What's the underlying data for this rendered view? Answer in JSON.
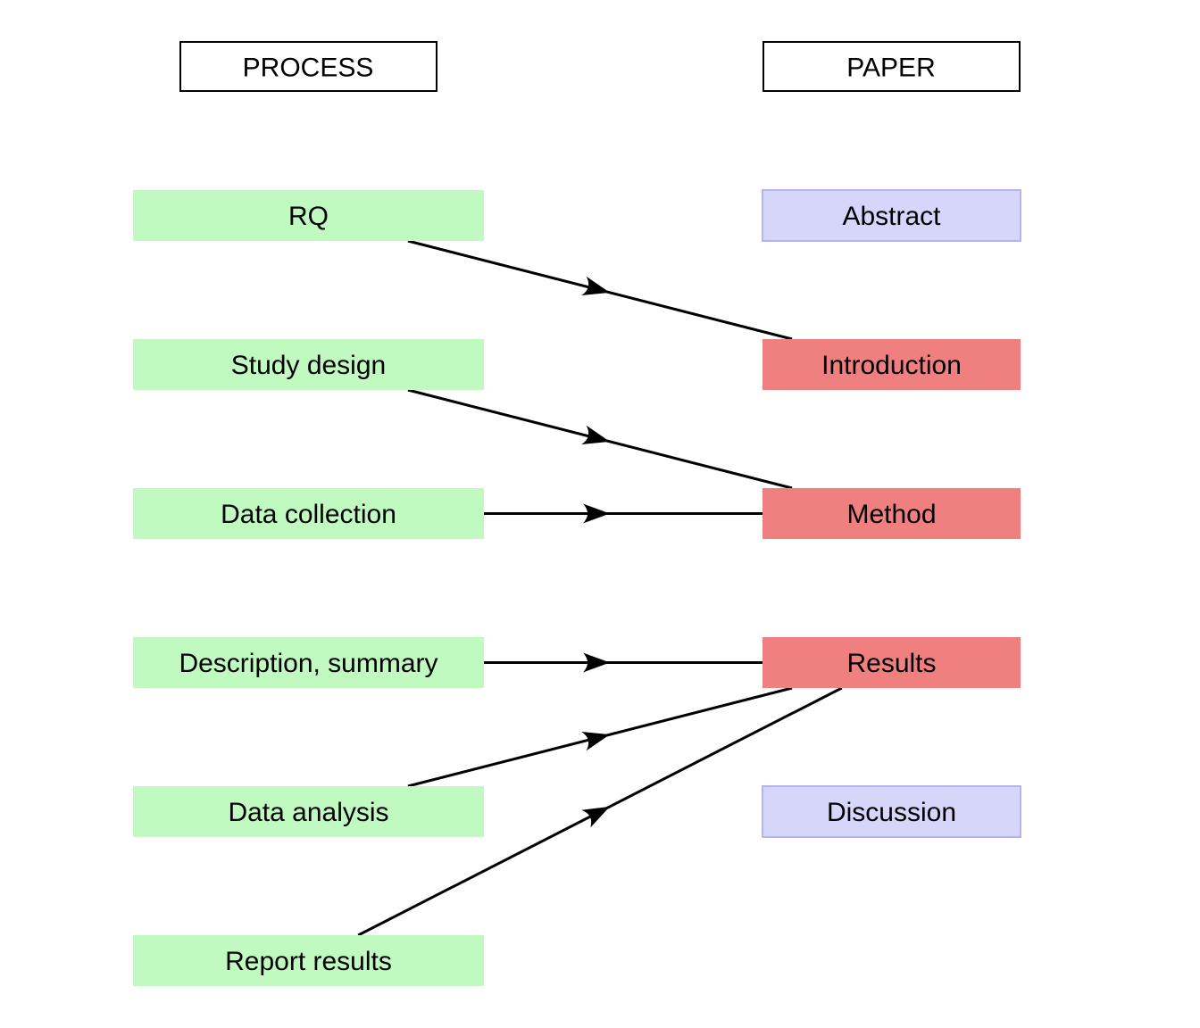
{
  "headers": {
    "process": "PROCESS",
    "paper": "PAPER"
  },
  "process_nodes": [
    {
      "id": "rq",
      "label": "RQ"
    },
    {
      "id": "study-design",
      "label": "Study design"
    },
    {
      "id": "data-collection",
      "label": "Data collection"
    },
    {
      "id": "description-summary",
      "label": "Description, summary"
    },
    {
      "id": "data-analysis",
      "label": "Data analysis"
    },
    {
      "id": "report-results",
      "label": "Report results"
    }
  ],
  "paper_nodes": [
    {
      "id": "abstract",
      "label": "Abstract",
      "highlighted": false
    },
    {
      "id": "introduction",
      "label": "Introduction",
      "highlighted": true
    },
    {
      "id": "method",
      "label": "Method",
      "highlighted": true
    },
    {
      "id": "results",
      "label": "Results",
      "highlighted": true
    },
    {
      "id": "discussion",
      "label": "Discussion",
      "highlighted": false
    }
  ],
  "edges": [
    {
      "from": "rq",
      "to": "introduction"
    },
    {
      "from": "study-design",
      "to": "method"
    },
    {
      "from": "data-collection",
      "to": "method"
    },
    {
      "from": "description-summary",
      "to": "results"
    },
    {
      "from": "data-analysis",
      "to": "results"
    },
    {
      "from": "report-results",
      "to": "results"
    }
  ],
  "colors": {
    "process_fill": "#c0fac0",
    "paper_highlight_fill": "#f08080",
    "paper_normal_fill": "#d6d6fa",
    "paper_normal_stroke": "#b4b4f0",
    "header_stroke": "#000000",
    "edge": "#000000"
  }
}
